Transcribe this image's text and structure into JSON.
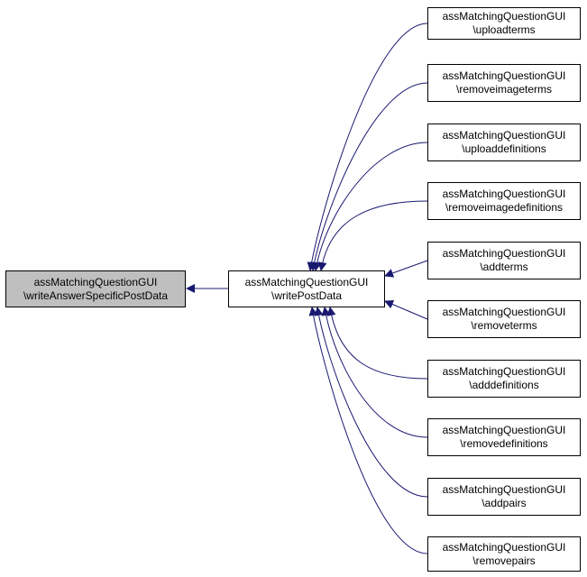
{
  "graph": {
    "colors": {
      "edge": "#191970",
      "root_fill": "#bfbfbf",
      "node_fill": "#ffffff",
      "border": "#000000"
    },
    "root": {
      "line1": "assMatchingQuestionGUI",
      "line2": "\\writeAnswerSpecificPostData"
    },
    "center": {
      "line1": "assMatchingQuestionGUI",
      "line2": "\\writePostData"
    },
    "callers": [
      {
        "line1": "assMatchingQuestionGUI",
        "line2": "\\uploadterms"
      },
      {
        "line1": "assMatchingQuestionGUI",
        "line2": "\\removeimageterms"
      },
      {
        "line1": "assMatchingQuestionGUI",
        "line2": "\\uploaddefinitions"
      },
      {
        "line1": "assMatchingQuestionGUI",
        "line2": "\\removeimagedefinitions"
      },
      {
        "line1": "assMatchingQuestionGUI",
        "line2": "\\addterms"
      },
      {
        "line1": "assMatchingQuestionGUI",
        "line2": "\\removeterms"
      },
      {
        "line1": "assMatchingQuestionGUI",
        "line2": "\\adddefinitions"
      },
      {
        "line1": "assMatchingQuestionGUI",
        "line2": "\\removedefinitions"
      },
      {
        "line1": "assMatchingQuestionGUI",
        "line2": "\\addpairs"
      },
      {
        "line1": "assMatchingQuestionGUI",
        "line2": "\\removepairs"
      }
    ]
  }
}
